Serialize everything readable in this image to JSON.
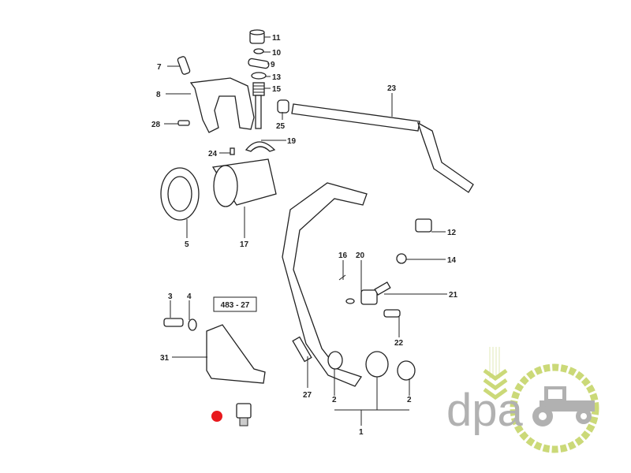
{
  "diagram": {
    "labels": {
      "p11": "11",
      "p10": "10",
      "p9": "9",
      "p13": "13",
      "p15": "15",
      "p7": "7",
      "p8": "8",
      "p28": "28",
      "p25": "25",
      "p19": "19",
      "p24": "24",
      "p23": "23",
      "p5": "5",
      "p17": "17",
      "p12": "12",
      "p14": "14",
      "p16": "16",
      "p20": "20",
      "p21": "21",
      "p3": "3",
      "p4": "4",
      "p22": "22",
      "p31": "31",
      "p27": "27",
      "p2a": "2",
      "p2b": "2",
      "p1": "1"
    },
    "reference_box": "483 - 27",
    "highlight_color": "#e8191d"
  },
  "logo": {
    "text": "dpa",
    "green": "#c6d56a",
    "gray": "#a9a9a9"
  }
}
